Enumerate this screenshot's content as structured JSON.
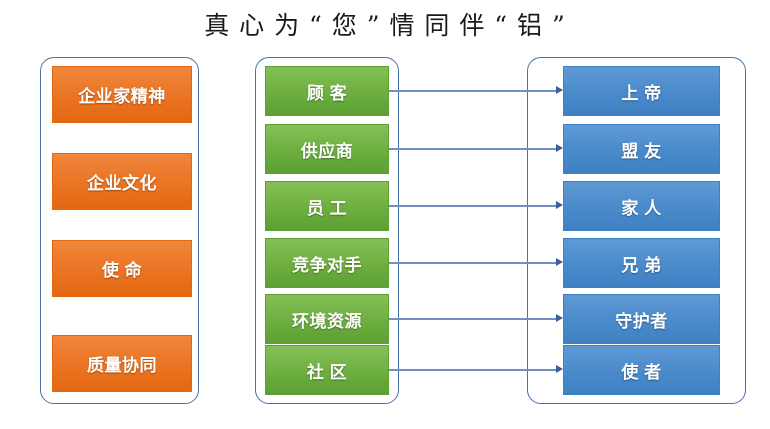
{
  "title": {
    "text": "真 心 为  “ 您 ”  情 同 伴 “ 铝 ”",
    "chars": [
      "真",
      "心",
      "为",
      "“",
      "您",
      "”",
      "情",
      "同",
      "伴",
      "“",
      "铝",
      "”"
    ]
  },
  "colors": {
    "orange": "#e8701d",
    "green": "#65a83a",
    "blue": "#4486c7",
    "panel_border": "#4472a8",
    "connector": "#6f8fbe",
    "arrow": "#3a5f9a",
    "text": "#ffffff",
    "title_text": "#1a1a1a",
    "background": "#ffffff"
  },
  "panels": {
    "left": {
      "name": "core-values-panel",
      "items": [
        {
          "label": "企业家精神"
        },
        {
          "label": "企业文化"
        },
        {
          "label": "使  命"
        },
        {
          "label": "质量协同"
        }
      ]
    },
    "middle": {
      "name": "stakeholders-panel",
      "items": [
        {
          "label": "顾  客"
        },
        {
          "label": "供应商"
        },
        {
          "label": "员  工"
        },
        {
          "label": "竞争对手"
        },
        {
          "label": "环境资源"
        },
        {
          "label": "社  区"
        }
      ]
    },
    "right": {
      "name": "relationships-panel",
      "items": [
        {
          "label": "上  帝"
        },
        {
          "label": "盟  友"
        },
        {
          "label": "家  人"
        },
        {
          "label": "兄  弟"
        },
        {
          "label": "守护者"
        },
        {
          "label": "使  者"
        }
      ]
    }
  },
  "connectors": [
    {
      "from": "顾  客",
      "to": "上  帝"
    },
    {
      "from": "供应商",
      "to": "盟  友"
    },
    {
      "from": "员  工",
      "to": "家  人"
    },
    {
      "from": "竞争对手",
      "to": "兄  弟"
    },
    {
      "from": "环境资源",
      "to": "守护者"
    },
    {
      "from": "社  区",
      "to": "使  者"
    }
  ]
}
